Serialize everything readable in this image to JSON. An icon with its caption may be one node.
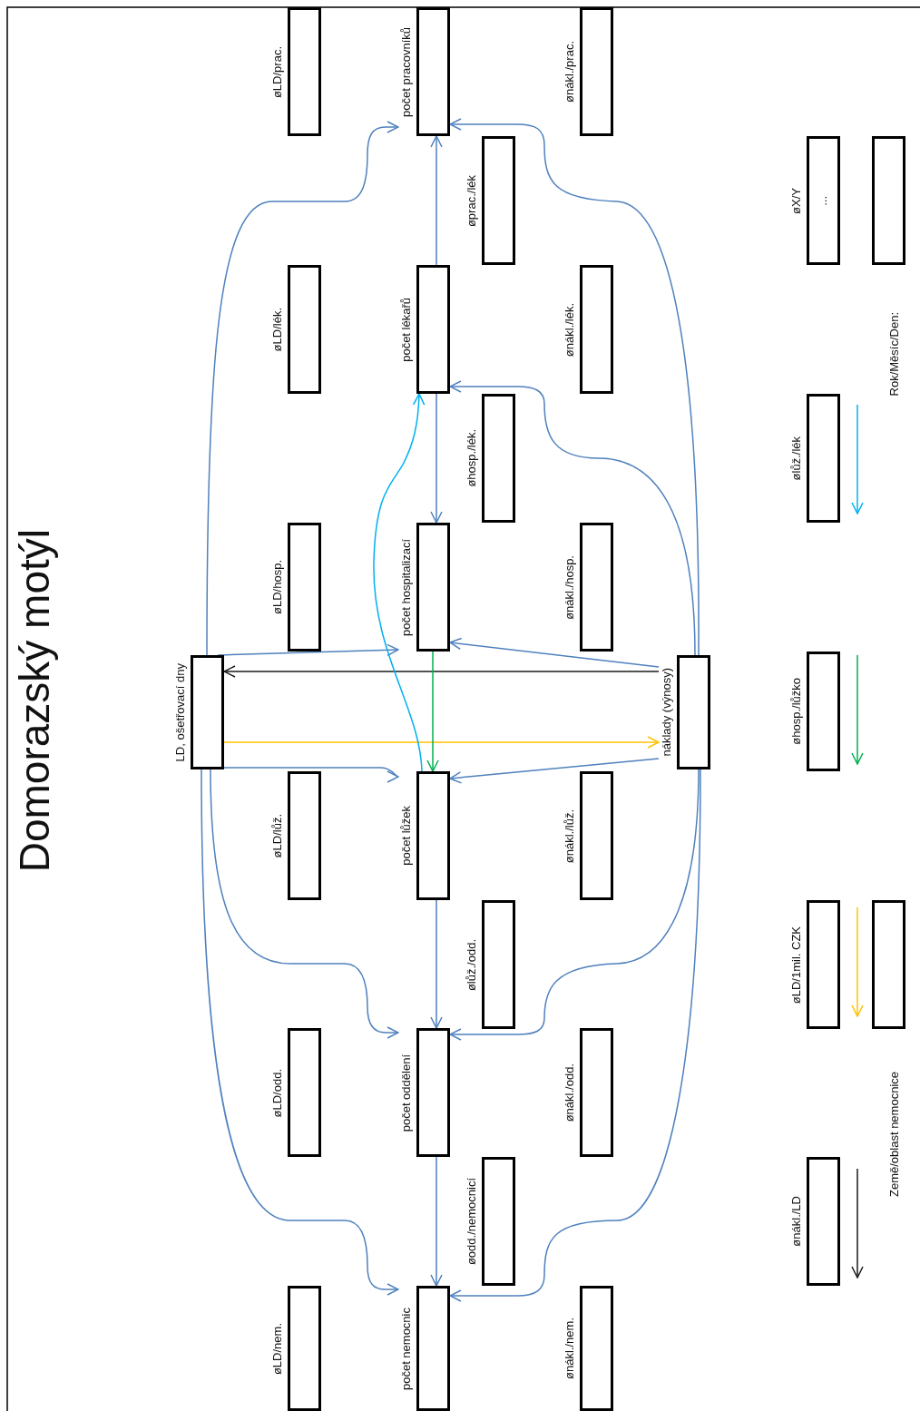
{
  "diagram": {
    "title": "Domorazský motýl",
    "nodes": [
      {
        "text": [
          "LD, ošetřovací dny"
        ]
      },
      {
        "text": [
          "øLD/prac."
        ]
      },
      {
        "text": [
          "øLD/lék."
        ]
      },
      {
        "text": [
          "øLD/hosp."
        ]
      },
      {
        "text": [
          "øLD/lůž."
        ]
      },
      {
        "text": [
          "øLD/odd."
        ]
      },
      {
        "text": [
          "øLD/nem."
        ]
      },
      {
        "text": [
          "počet pracovníků"
        ]
      },
      {
        "text": [
          "počet lékařů"
        ]
      },
      {
        "text": [
          "počet hospitalizací"
        ]
      },
      {
        "text": [
          "počet lůžek"
        ]
      },
      {
        "text": [
          "počet oddělení"
        ]
      },
      {
        "text": [
          "počet nemocnic"
        ]
      },
      {
        "text": [
          "øprac./lék"
        ]
      },
      {
        "text": [
          "øhosp./lék."
        ]
      },
      {
        "text": [
          "ølůž./odd."
        ]
      },
      {
        "text": [
          "øodd./nemocnicí"
        ]
      },
      {
        "text": [
          "ønákl./prac."
        ]
      },
      {
        "text": [
          "ønákl./lék."
        ]
      },
      {
        "text": [
          "ønákl./hosp."
        ]
      },
      {
        "text": [
          "ønákl./lůž."
        ]
      },
      {
        "text": [
          "ønákl./odd."
        ]
      },
      {
        "text": [
          "ønákl./nem."
        ]
      },
      {
        "text": [
          "náklady (výnosy)"
        ]
      },
      {
        "text": [
          "øX/Y",
          "..."
        ]
      },
      {
        "text": [
          "ølůž./lék"
        ]
      },
      {
        "text": [
          "øhosp./lůžko"
        ]
      },
      {
        "text": [
          "øLD/1mil. CZK"
        ]
      },
      {
        "text": [
          "ønákl./LD"
        ]
      },
      {
        "text": [
          "Rok/Měsíc/Den:"
        ]
      },
      {
        "text": [
          "Země/oblast nemocnice"
        ]
      }
    ],
    "edges": [
      {
        "from": 0,
        "to": 7,
        "arrow": "to"
      },
      {
        "from": 0,
        "to": 9,
        "arrow": "to"
      },
      {
        "from": 0,
        "to": 10,
        "arrow": "to"
      },
      {
        "from": 0,
        "to": 11,
        "arrow": "to"
      },
      {
        "from": 0,
        "to": 12,
        "arrow": "to"
      },
      {
        "from": 23,
        "to": 7,
        "arrow": "to"
      },
      {
        "from": 23,
        "to": 8,
        "arrow": "to"
      },
      {
        "from": 23,
        "to": 9,
        "arrow": "to"
      },
      {
        "from": 23,
        "to": 10,
        "arrow": "to"
      },
      {
        "from": 23,
        "to": 11,
        "arrow": "to"
      },
      {
        "from": 23,
        "to": 12,
        "arrow": "to"
      },
      {
        "from": 23,
        "to": 0,
        "arrow": "to",
        "color": "#1a1a1a"
      },
      {
        "from": 0,
        "to": 23,
        "arrow": "to",
        "color": "#ffc000"
      },
      {
        "from": 9,
        "to": 10,
        "arrow": "to",
        "color": "#00b050"
      },
      {
        "from": 10,
        "to": 8,
        "arrow": "to",
        "color": "#00b0f0"
      },
      {
        "from": 8,
        "to": 7,
        "arrow": "to"
      },
      {
        "from": 8,
        "to": 9,
        "arrow": "to"
      },
      {
        "from": 10,
        "to": 11,
        "arrow": "to"
      },
      {
        "from": 11,
        "to": 12,
        "arrow": "to"
      }
    ]
  }
}
